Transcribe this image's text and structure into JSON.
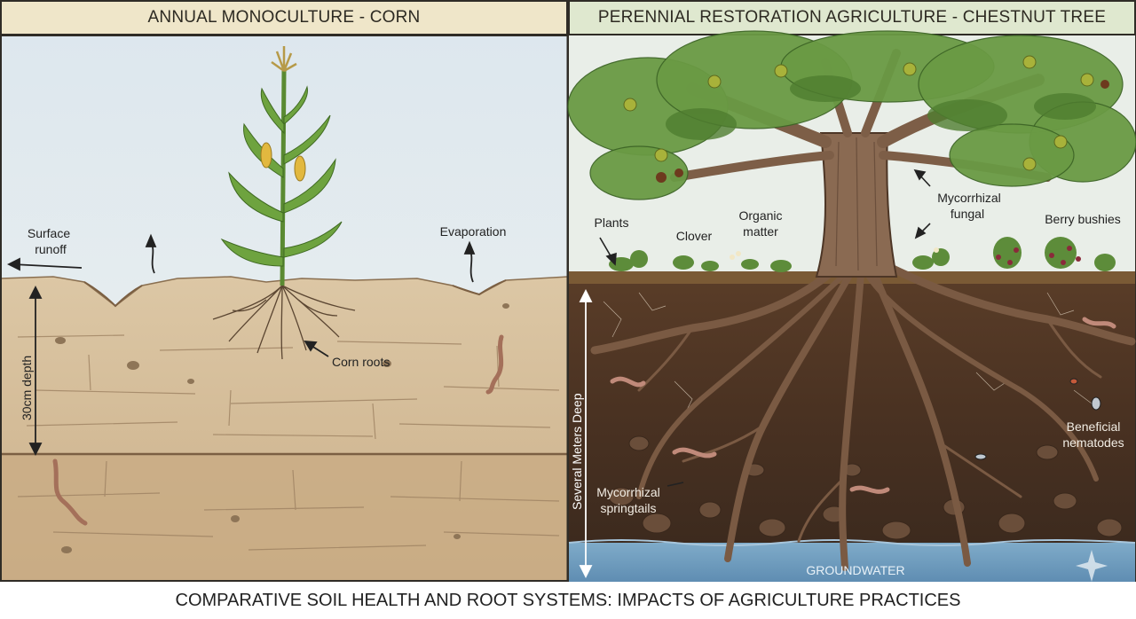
{
  "left_panel": {
    "title": "ANNUAL MONOCULTURE - CORN",
    "labels": {
      "surface_runoff_1": "Surface",
      "surface_runoff_2": "runoff",
      "evaporation": "Evaporation",
      "corn_roots": "Corn roots",
      "depth": "30cm depth"
    }
  },
  "right_panel": {
    "title": "PERENNIAL RESTORATION AGRICULTURE - CHESTNUT TREE",
    "labels": {
      "plants": "Plants",
      "clover": "Clover",
      "organic_matter_1": "Organic",
      "organic_matter_2": "matter",
      "mycorrhizal_fungal_1": "Mycorrhizal",
      "mycorrhizal_fungal_2": "fungal",
      "berry_bushies": "Berry bushies",
      "beneficial_nematodes_1": "Beneficial",
      "beneficial_nematodes_2": "nematodes",
      "mycorrhizal_springtails_1": "Mycorrhizal",
      "mycorrhizal_springtails_2": "springtails",
      "depth": "Several Meters Deep",
      "groundwater": "GROUNDWATER"
    }
  },
  "footer": "COMPARATIVE SOIL HEALTH AND ROOT SYSTEMS: IMPACTS OF AGRICULTURE PRACTICES",
  "colors": {
    "sky": "#e3ebef",
    "compacted_soil": "#d9c3a0",
    "dark_soil": "#4e3424",
    "groundwater": "#6b9cc0",
    "leaf_green": "#5c8a3a",
    "bark": "#6e5442"
  }
}
